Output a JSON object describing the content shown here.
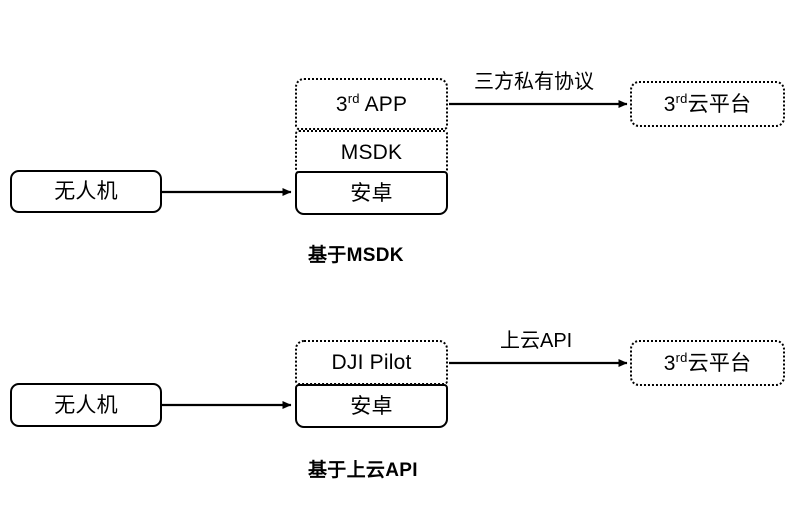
{
  "diagram": {
    "type": "flow-diagram",
    "title_visible": false,
    "background_color": "#ffffff",
    "line_color": "#000000",
    "text_color": "#000000",
    "sections": [
      {
        "id": "msdk",
        "caption": "基于MSDK",
        "source": {
          "label": "无人机",
          "border": "solid"
        },
        "stack": [
          {
            "label_prefix": "3",
            "label_sup": "rd",
            "label_suffix": " APP",
            "label_full": "3rd APP",
            "border": "dotted"
          },
          {
            "label_prefix": "",
            "label_sup": "",
            "label_suffix": "MSDK",
            "label_full": "MSDK",
            "border": "dotted"
          },
          {
            "label_prefix": "",
            "label_sup": "",
            "label_suffix": "安卓",
            "label_full": "安卓",
            "border": "solid"
          }
        ],
        "link_label": "三方私有协议",
        "target": {
          "label_prefix": "3",
          "label_sup": "rd",
          "label_suffix": "云平台",
          "label_full": "3rd云平台",
          "border": "dotted"
        }
      },
      {
        "id": "cloudapi",
        "caption": "基于上云API",
        "source": {
          "label": "无人机",
          "border": "solid"
        },
        "stack": [
          {
            "label_prefix": "",
            "label_sup": "",
            "label_suffix": "DJI Pilot",
            "label_full": "DJI Pilot",
            "border": "dotted"
          },
          {
            "label_prefix": "",
            "label_sup": "",
            "label_suffix": "安卓",
            "label_full": "安卓",
            "border": "solid"
          }
        ],
        "link_label": "上云API",
        "target": {
          "label_prefix": "3",
          "label_sup": "rd",
          "label_suffix": "云平台",
          "label_full": "3rd云平台",
          "border": "dotted"
        }
      }
    ]
  }
}
